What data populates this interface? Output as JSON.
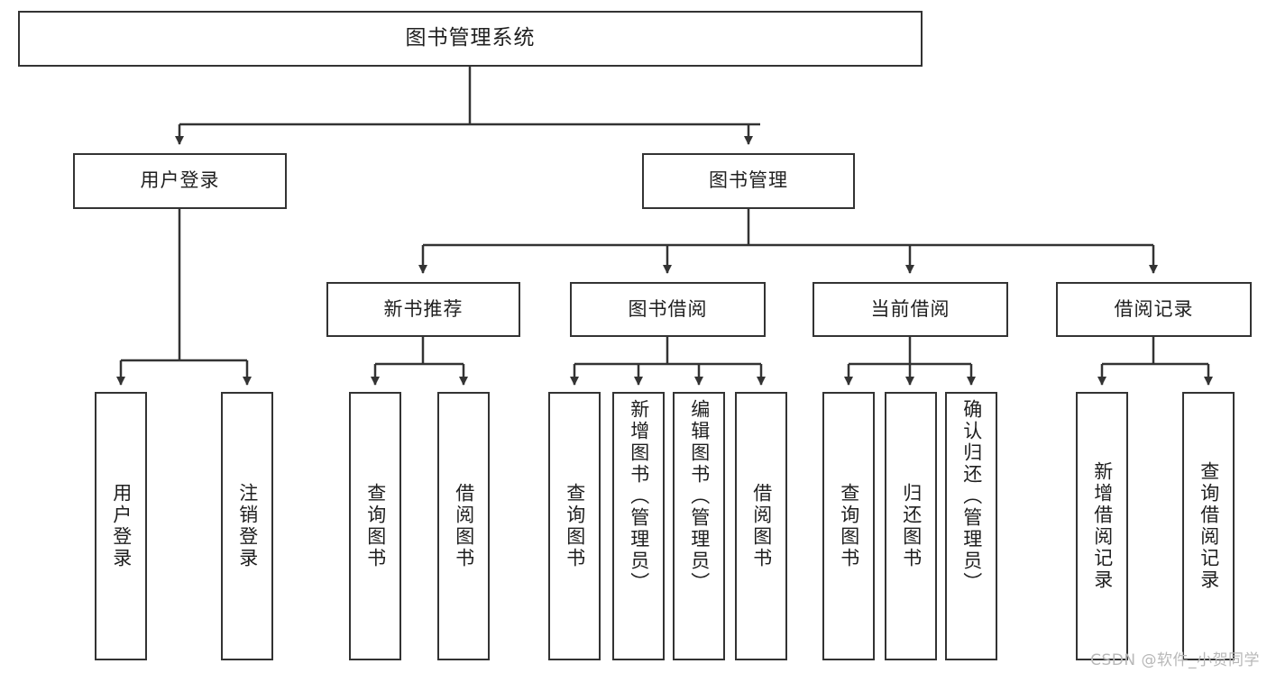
{
  "diagram": {
    "type": "tree-hierarchy",
    "title": "图书管理系统",
    "root": {
      "id": "root",
      "label": "图书管理系统"
    },
    "level2": [
      {
        "id": "user-login",
        "label": "用户登录"
      },
      {
        "id": "book-manage",
        "label": "图书管理"
      }
    ],
    "level3": [
      {
        "id": "new-book-recommend",
        "label": "新书推荐",
        "parent": "book-manage"
      },
      {
        "id": "book-borrow",
        "label": "图书借阅",
        "parent": "book-manage"
      },
      {
        "id": "current-borrow",
        "label": "当前借阅",
        "parent": "book-manage"
      },
      {
        "id": "borrow-record",
        "label": "借阅记录",
        "parent": "book-manage"
      }
    ],
    "leaves": {
      "user_login": [
        {
          "id": "leaf-user-login",
          "label": "用户登录"
        },
        {
          "id": "leaf-logout",
          "label": "注销登录"
        }
      ],
      "new_book_recommend": [
        {
          "id": "leaf-query-book-1",
          "label": "查询图书"
        },
        {
          "id": "leaf-borrow-book-1",
          "label": "借阅图书"
        }
      ],
      "book_borrow": [
        {
          "id": "leaf-query-book-2",
          "label": "查询图书"
        },
        {
          "id": "leaf-add-book",
          "label": "新增图书（管理员）"
        },
        {
          "id": "leaf-edit-book",
          "label": "编辑图书（管理员）"
        },
        {
          "id": "leaf-borrow-book-2",
          "label": "借阅图书"
        }
      ],
      "current_borrow": [
        {
          "id": "leaf-query-book-3",
          "label": "查询图书"
        },
        {
          "id": "leaf-return-book",
          "label": "归还图书"
        },
        {
          "id": "leaf-confirm-return",
          "label": "确认归还（管理员）"
        }
      ],
      "borrow_record": [
        {
          "id": "leaf-add-record",
          "label": "新增借阅记录"
        },
        {
          "id": "leaf-query-record",
          "label": "查询借阅记录"
        }
      ]
    }
  },
  "watermark": {
    "text": "CSDN @软件_小贺同学"
  },
  "colors": {
    "box_border": "#333333",
    "box_fill": "#ffffff",
    "connector": "#333333",
    "text": "#1f1f1f",
    "watermark": "#b8b8b8",
    "background": "#ffffff"
  }
}
